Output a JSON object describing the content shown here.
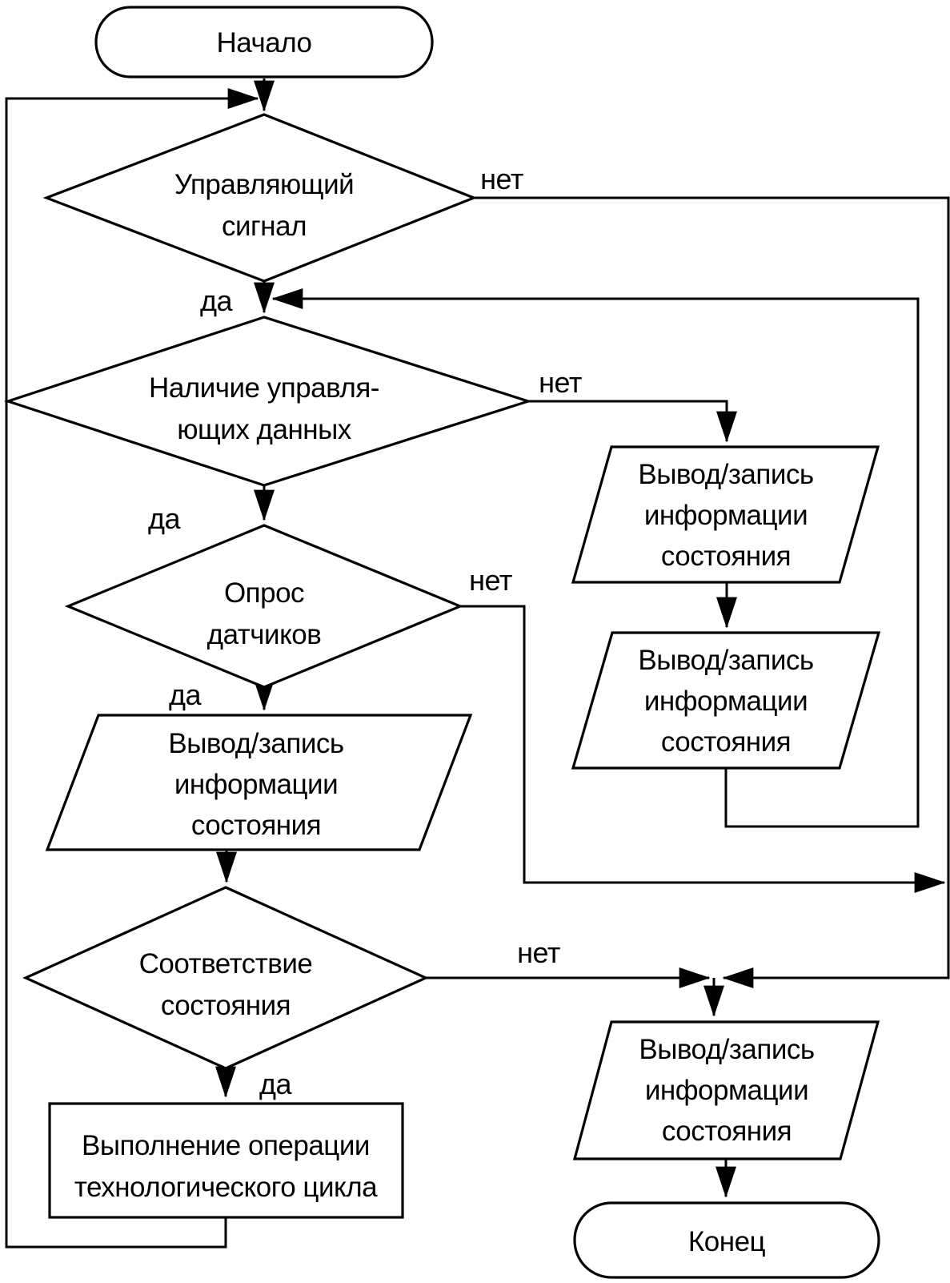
{
  "diagram": {
    "type": "flowchart",
    "language": "ru",
    "colors": {
      "stroke": "#000000",
      "shape_fill": "#ffffff",
      "background": "#ffffff",
      "text": "#000000"
    },
    "nodes": {
      "start": {
        "type": "terminator",
        "label": "Начало"
      },
      "check_signal": {
        "type": "decision",
        "line1": "Управляющий",
        "line2": "сигнал"
      },
      "check_data": {
        "type": "decision",
        "line1": "Наличие управля-",
        "line2": "ющих данных"
      },
      "poll_sensors": {
        "type": "decision",
        "line1": "Опрос",
        "line2": "датчиков"
      },
      "write_status_left": {
        "type": "input-output",
        "line1": "Вывод/запись",
        "line2": "информации",
        "line3": "состояния"
      },
      "check_state": {
        "type": "decision",
        "line1": "Соответствие",
        "line2": "состояния"
      },
      "execute_operation": {
        "type": "process",
        "line1": "Выполнение операции",
        "line2": "технологического цикла"
      },
      "write_status_right_top": {
        "type": "input-output",
        "line1": "Вывод/запись",
        "line2": "информации",
        "line3": "состояния"
      },
      "write_status_right_mid": {
        "type": "input-output",
        "line1": "Вывод/запись",
        "line2": "информации",
        "line3": "состояния"
      },
      "write_status_bottom": {
        "type": "input-output",
        "line1": "Вывод/запись",
        "line2": "информации",
        "line3": "состояния"
      },
      "end": {
        "type": "terminator",
        "label": "Конец"
      }
    },
    "edge_labels": {
      "signal_yes": "да",
      "signal_no": "нет",
      "data_yes": "да",
      "data_no": "нет",
      "sensors_yes": "да",
      "sensors_no": "нет",
      "state_yes": "да",
      "state_no": "нет"
    }
  }
}
